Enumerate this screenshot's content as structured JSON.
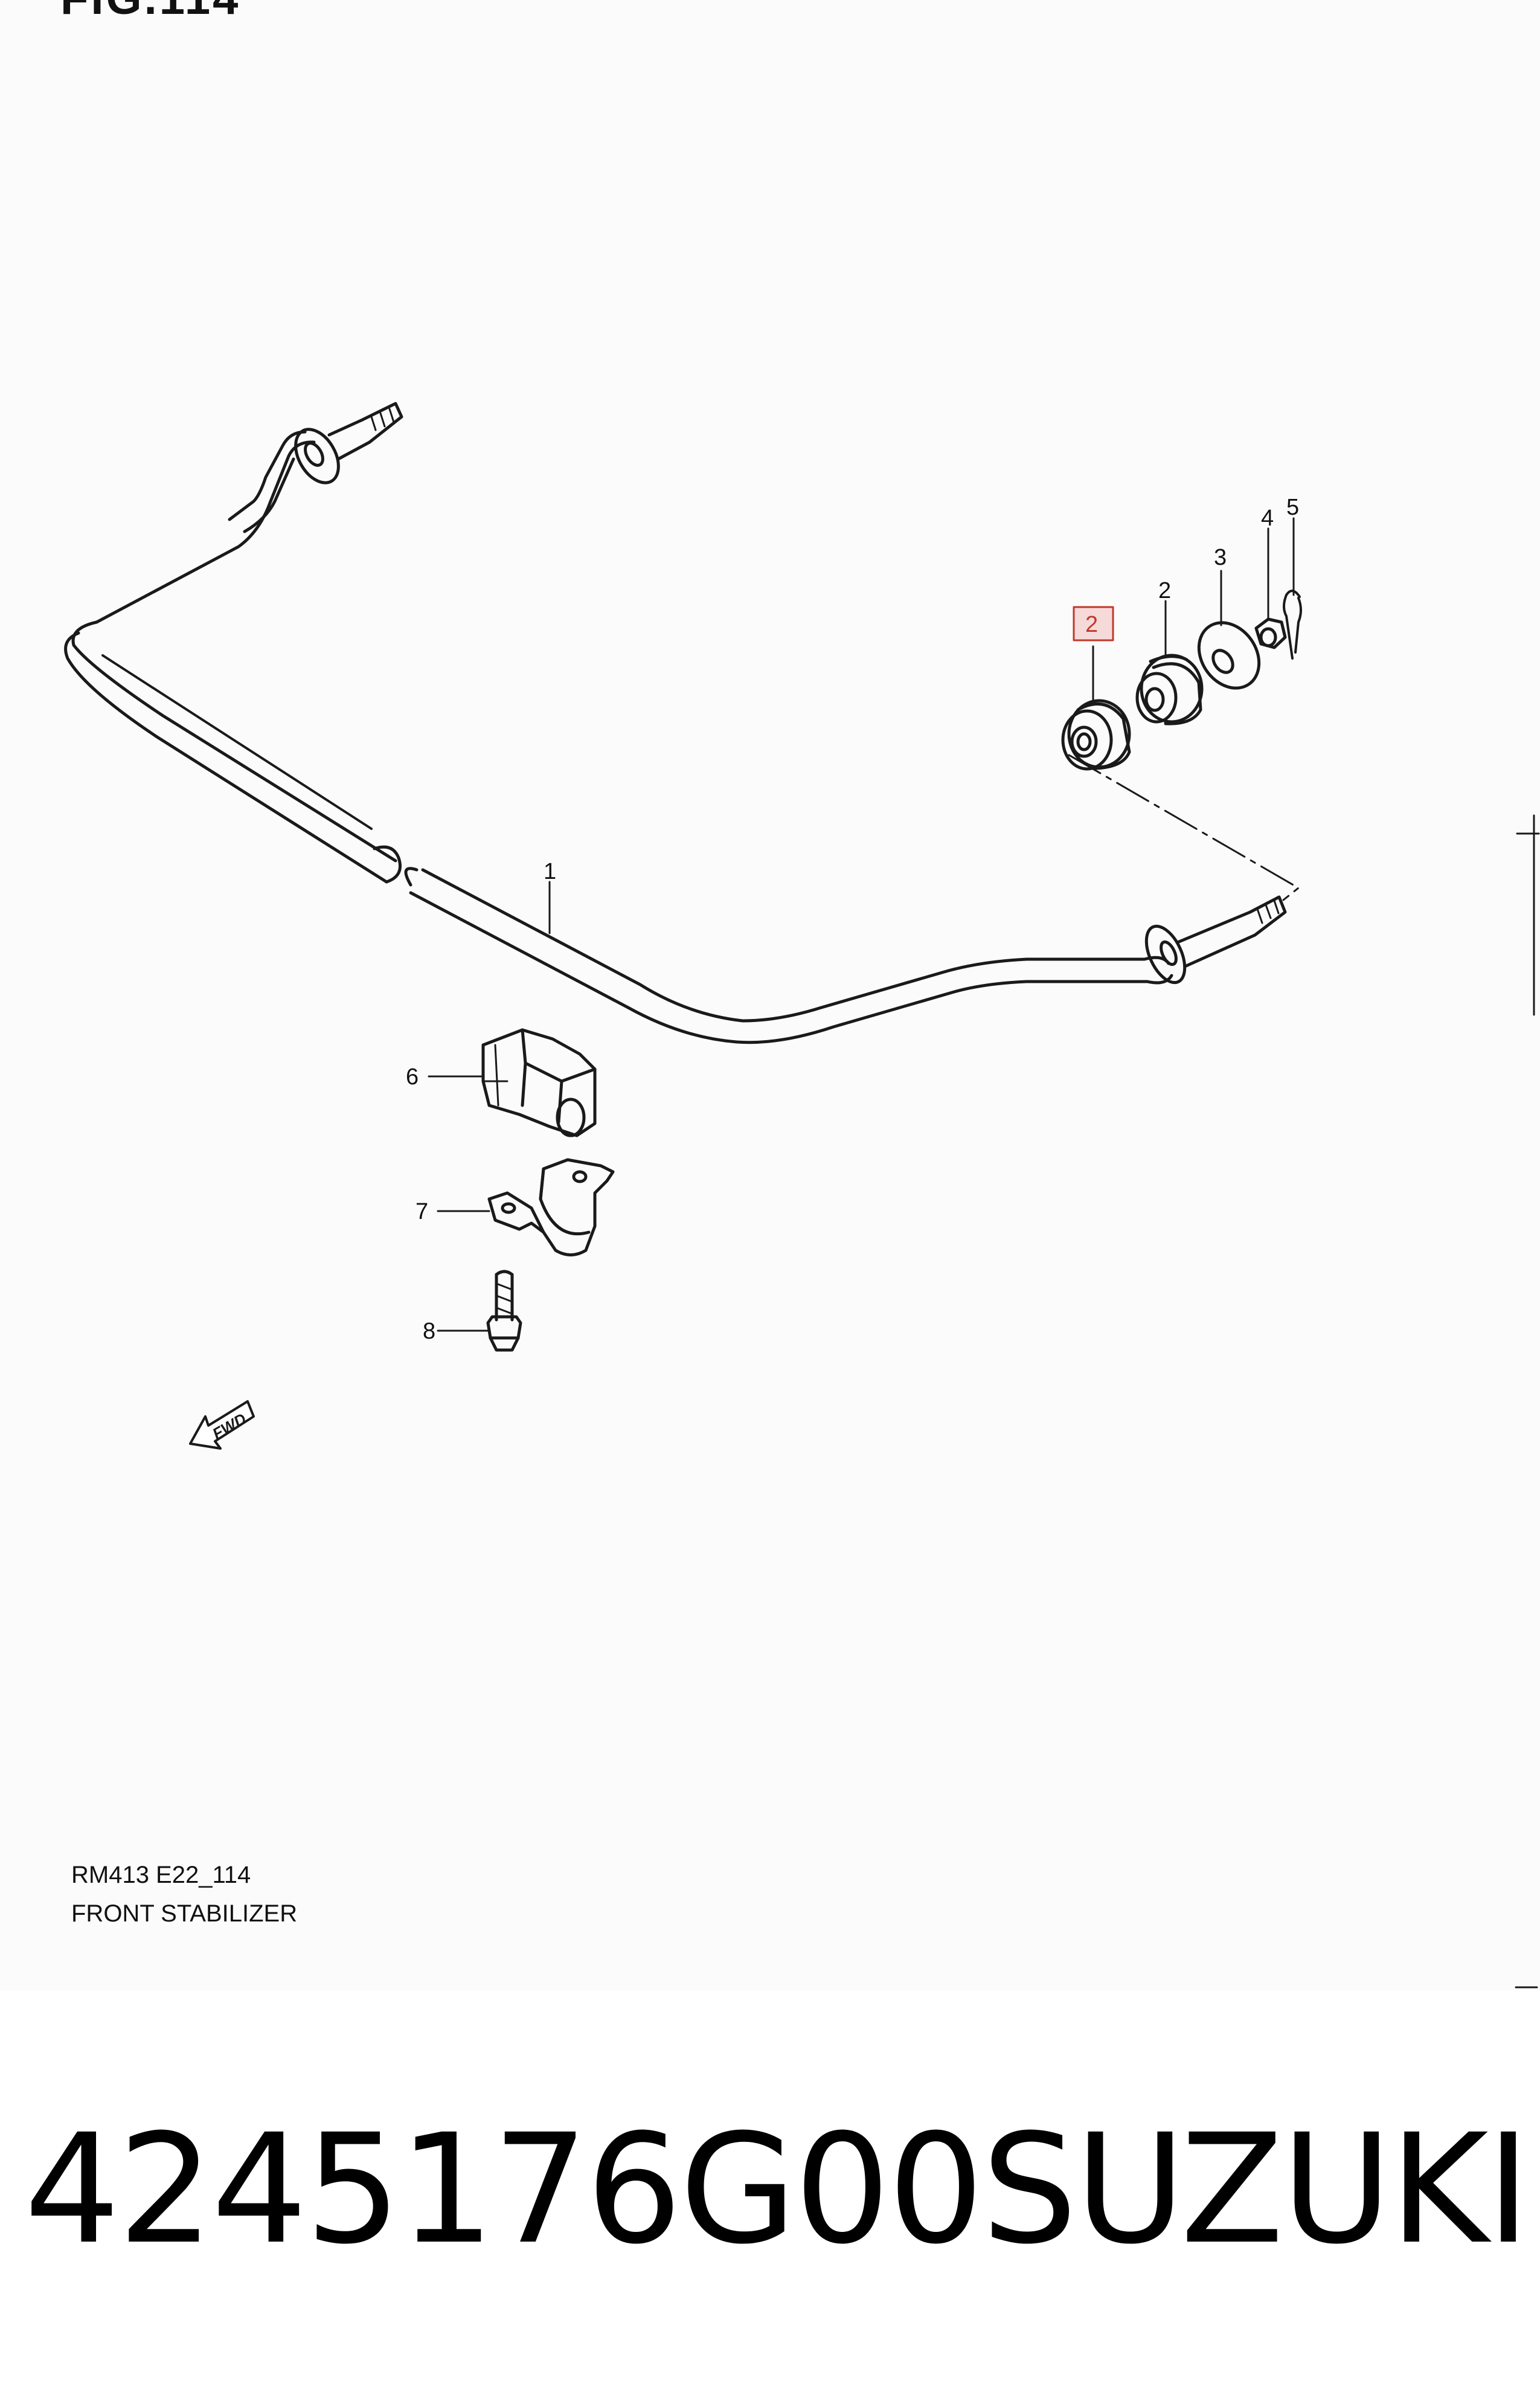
{
  "figure": {
    "header": "FIG.114",
    "code": "RM413 E22_114",
    "title": "FRONT STABILIZER"
  },
  "callouts": {
    "c1": "1",
    "c2": "2",
    "c2_highlight": "2",
    "c3": "3",
    "c4": "4",
    "c5": "5",
    "c6": "6",
    "c7": "7",
    "c8": "8"
  },
  "direction_marker": "FWD",
  "footer": {
    "part_number": "4245176G00",
    "brand": "SUZUKI"
  },
  "colors": {
    "line": "#1a1a1a",
    "highlight_box": "#f6dada",
    "highlight_border": "#c0392b"
  }
}
